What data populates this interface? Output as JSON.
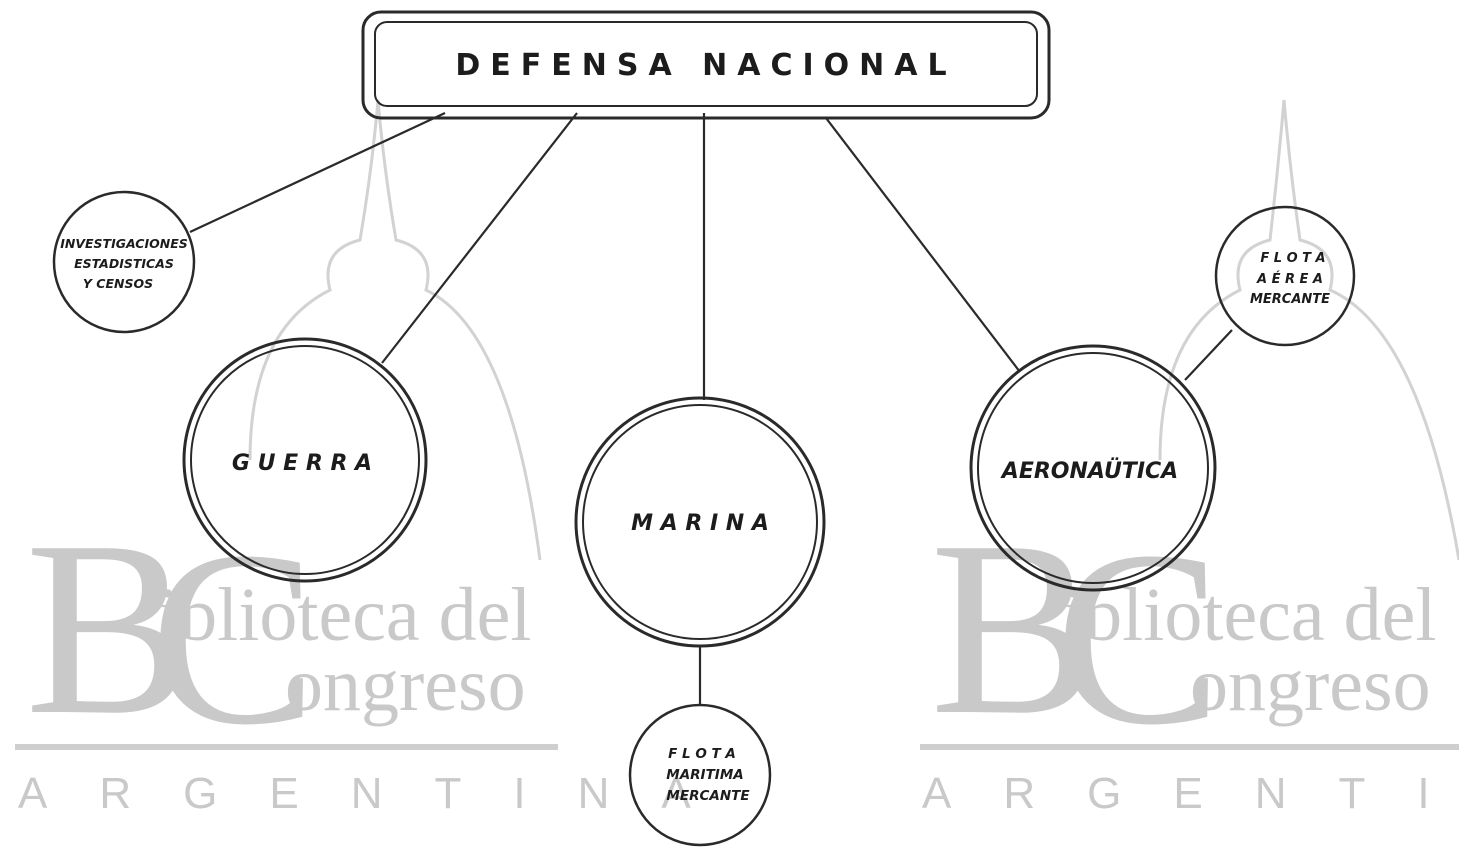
{
  "diagram": {
    "title": "DEFENSA NACIONAL",
    "nodes": {
      "investigaciones": [
        "INVESTIGACIONES",
        "ESTADISTICAS",
        "Y CENSOS"
      ],
      "guerra": "G U E R R A",
      "marina": "M A R I N A",
      "aeronautica": "AERONAÜTICA",
      "flota_maritima": [
        "F L O T A",
        "MARITIMA",
        "MERCANTE"
      ],
      "flota_aerea": [
        "F L O T A",
        "A É R E A",
        "MERCANTE"
      ]
    }
  },
  "watermark": {
    "initial_b": "B",
    "initial_c": "C",
    "line1": "iblioteca del",
    "line2": "ongreso",
    "line3": "ARGENTINA"
  }
}
